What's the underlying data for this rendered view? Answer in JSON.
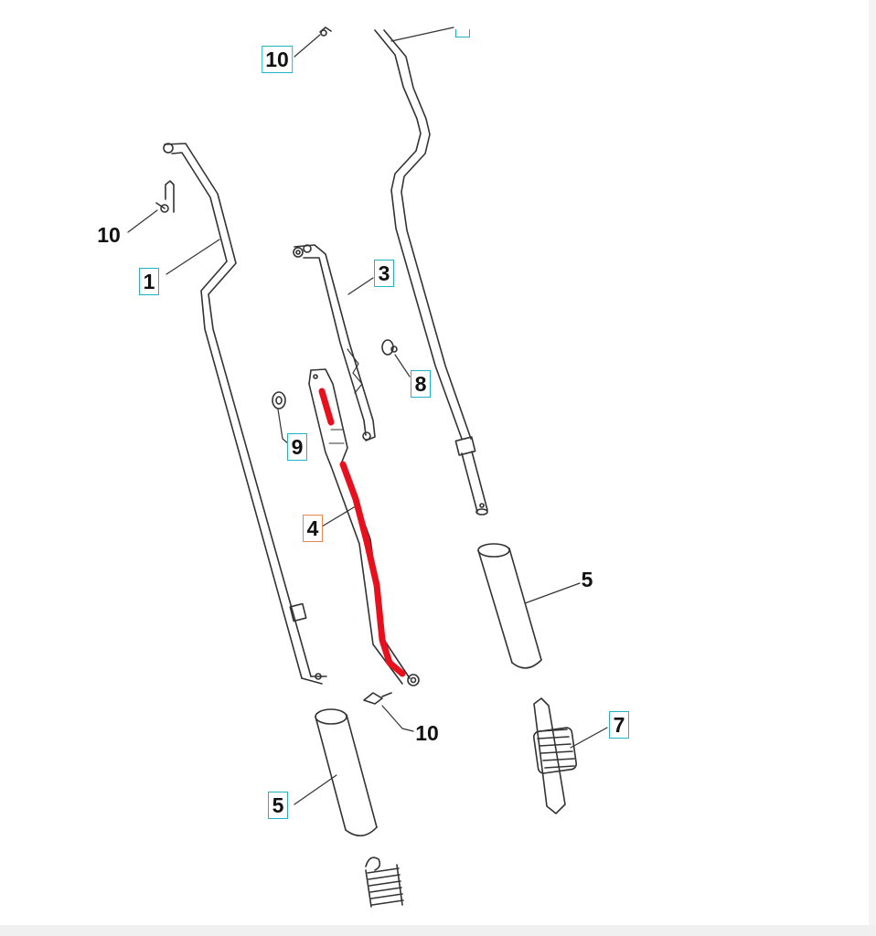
{
  "callouts": [
    {
      "id": "c10-top",
      "label": "10",
      "boxed": true,
      "active": false
    },
    {
      "id": "c10-left",
      "label": "10",
      "boxed": false,
      "active": false
    },
    {
      "id": "c1",
      "label": "1",
      "boxed": true,
      "active": false
    },
    {
      "id": "c3",
      "label": "3",
      "boxed": true,
      "active": false
    },
    {
      "id": "c8",
      "label": "8",
      "boxed": true,
      "active": false
    },
    {
      "id": "c9",
      "label": "9",
      "boxed": true,
      "active": false
    },
    {
      "id": "c4",
      "label": "4",
      "boxed": true,
      "active": true
    },
    {
      "id": "c5-right",
      "label": "5",
      "boxed": false,
      "active": false
    },
    {
      "id": "c7",
      "label": "7",
      "boxed": true,
      "active": false
    },
    {
      "id": "c10-bottom",
      "label": "10",
      "boxed": false,
      "active": false
    },
    {
      "id": "c5-left",
      "label": "5",
      "boxed": true,
      "active": false
    }
  ],
  "colors": {
    "line": "#333333",
    "callout_box": "#1fb3c6",
    "selected_box": "#e8854d",
    "highlight": "#e8101c"
  }
}
